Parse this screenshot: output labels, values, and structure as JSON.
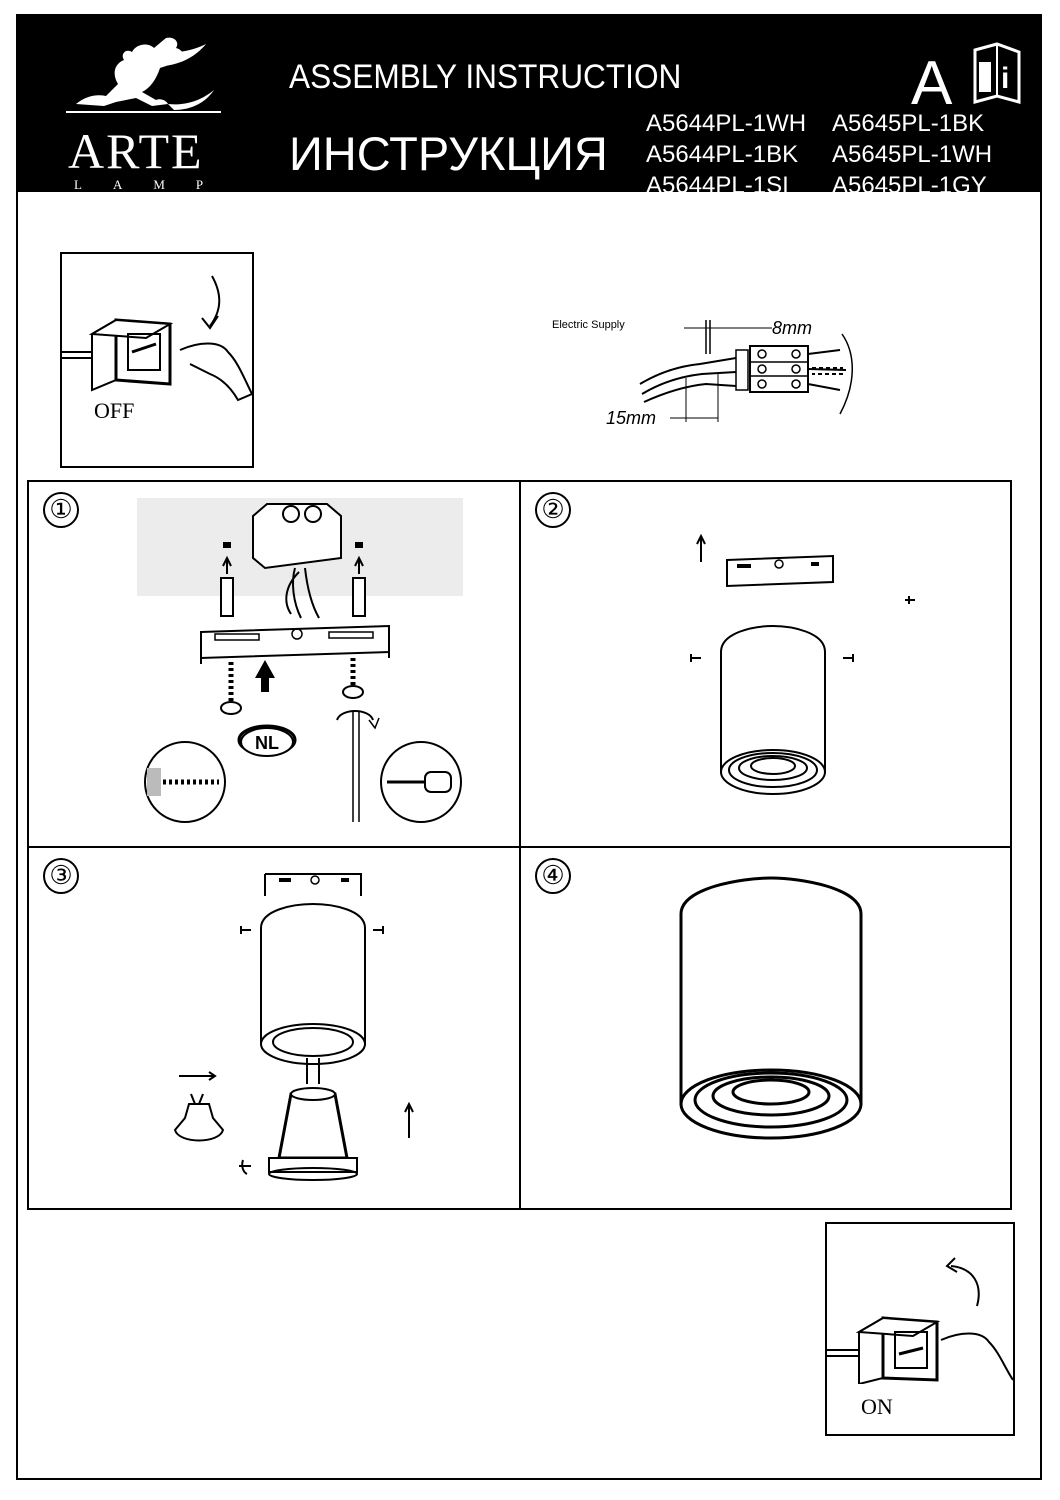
{
  "header": {
    "brand": "ARTE",
    "brand_sub": "LAMP",
    "title_en": "ASSEMBLY  INSTRUCTION",
    "title_ru": "ИНСТРУКЦИЯ",
    "letter": "A",
    "info_glyph": "i",
    "models": [
      [
        "A5644PL-1WH",
        "A5645PL-1BK"
      ],
      [
        "A5644PL-1BK",
        "A5645PL-1WH"
      ],
      [
        "A5644PL-1SI",
        "A5645PL-1GY"
      ]
    ]
  },
  "switch_off": {
    "label": "OFF",
    "icon": "power-switch-icon"
  },
  "switch_on": {
    "label": "ON",
    "icon": "power-switch-icon"
  },
  "wiring": {
    "label": "Electric Supply",
    "strip_length": "8mm",
    "sheath_length": "15mm"
  },
  "steps": [
    {
      "number": "①",
      "polarity": "NL"
    },
    {
      "number": "②"
    },
    {
      "number": "③"
    },
    {
      "number": "④"
    }
  ]
}
